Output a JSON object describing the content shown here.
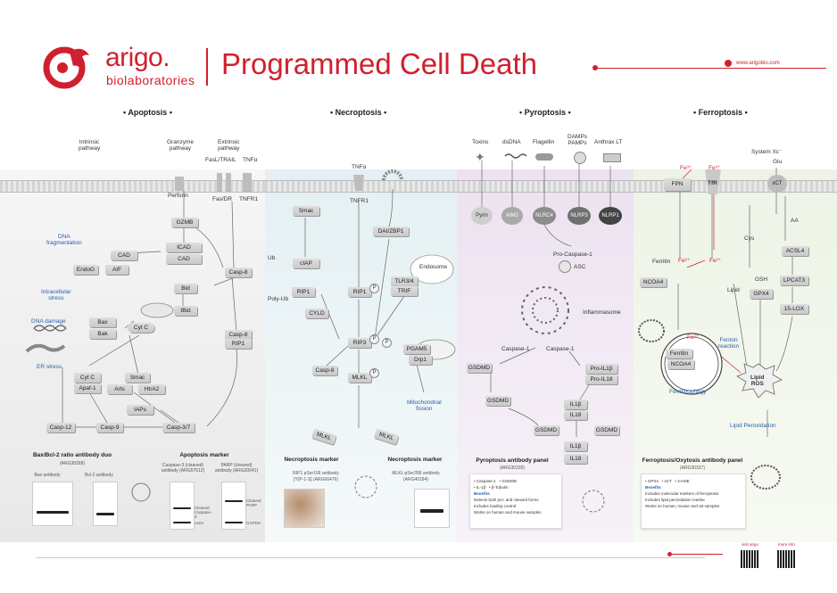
{
  "header": {
    "brand_name": "arigo.",
    "brand_sub": "biolaboratories",
    "title": "Programmed Cell Death",
    "url": "www.arigobio.com"
  },
  "sections": [
    "• Apoptosis •",
    "• Necroptosis •",
    "• Pyroptosis •",
    "• Ferroptosis •"
  ],
  "apoptosis": {
    "intrinsic": "Intrinsic\npathway",
    "granzyme": "Granzyme\npathway",
    "extrinsic": "Extrinsic\npathway",
    "fasl": "FasL/TRAIL",
    "tnfa": "TNFα",
    "perforin": "Perforin",
    "fasdr": "Fas/DR",
    "tnfr1": "TNFR1",
    "nodes": {
      "gzmb": "GZMB",
      "icad": "ICAD",
      "cad1": "CAD",
      "cad2": "CAD",
      "endog": "EndoG",
      "aif": "AIF",
      "casp8": "Casp-8",
      "bid": "Bid",
      "tbid": "tBid",
      "bax": "Bax",
      "bak": "Bak",
      "cytc": "Cyt C",
      "casp8b": "Casp-8",
      "rip1": "RIP1",
      "cytc2": "Cyt C",
      "apaf1": "Apaf-1",
      "smac": "Smac",
      "arts": "Arts",
      "htra2": "HtrA2",
      "iaps": "IAPs",
      "casp12": "Casp-12",
      "casp9": "Casp-9",
      "casp37": "Casp-3/7"
    },
    "dna_frag": "DNA\nfragmentation",
    "intracell": "Intracellular\nstress",
    "dna_damage": "DNA damage",
    "er_stress": "ER stress",
    "marker1_title": "Bax/Bcl-2 ratio antibody duo",
    "marker1_sub": "(ARG30268)",
    "bax_ab": "Bax antibody",
    "bcl2_ab": "Bcl-2 antibody",
    "marker2_title": "Apoptosis marker",
    "casp3_ab": "Caspase-3 (cleaved) antibody (ARG57512)",
    "parp_ab": "PARP (cleaved) antibody (ARG20041)",
    "cleaved_casp3": "Cleaved Caspase-3",
    "cleaved_parp": "Cleaved PARP",
    "actin": "Actin",
    "gapdh": "GAPDH"
  },
  "necroptosis": {
    "tnfa": "TNFα",
    "tnfr1": "TNFR1",
    "smac": "Smac",
    "ciap": "cIAP",
    "ub": "Ub",
    "polyub": "Poly-Ub",
    "rip1": "RIP1",
    "rip1b": "RIP1",
    "cyld": "CYLD",
    "rip3": "RIP3",
    "casp8": "Casp-8",
    "mlkl": "MLKL",
    "dai": "DAI/ZBP1",
    "endosome": "Endosome",
    "tlr": "TLR3/4",
    "trif": "TRIF",
    "pgam5": "PGAM5",
    "drp1": "Drp1",
    "mito": "Mitochondrial\nfission",
    "p": "P",
    "marker_title1": "Necroptosis marker",
    "marker_title2": "Necroptosis marker",
    "rip1_ab": "RIP1 pSer166 antibody",
    "rip1_ab_sub": "[Y(P-1-S] (ARG66476)",
    "mlkl_ab": "MLKL pSer358 antibody",
    "mlkl_ab_sub": "(ARG40184)"
  },
  "pyroptosis": {
    "toxins": "Toxins",
    "dsdna": "dsDNA",
    "flagellin": "Flagellin",
    "damps": "DAMPs\nPAMPs",
    "anthrax": "Anthrax LT",
    "pyrin": "Pyrin",
    "aim2": "AIM2",
    "nlrc4": "NLRC4",
    "nlrp3": "NLRP3",
    "nlrp1": "NLRP1",
    "procasp1": "Pro-Caspase-1",
    "asc": "ASC",
    "inflammasome": "Inflammasome",
    "casp1a": "Caspase-1",
    "casp1b": "Caspase-1",
    "gsdmd1": "GSDMD",
    "gsdmd2": "GSDMD",
    "gsdmd3": "GSDMD",
    "gsdmd4": "GSDMD",
    "proil1b": "Pro-IL1β",
    "proil18": "Pro-IL18",
    "il1b": "IL1β",
    "il18": "IL18",
    "il1b2": "IL1β",
    "il18b": "IL18",
    "panel_title": "Pyroptosis antibody panel",
    "panel_sub": "(ARG30330)",
    "items": [
      "Caspase-1",
      "GSDMD",
      "IL-1β",
      "β-Tubulin"
    ],
    "benefits": "Benefits",
    "benefit_lines": [
      "Detects both pro- and cleaved forms",
      "Includes loading control",
      "Works on human and mouse samples"
    ]
  },
  "ferroptosis": {
    "system_xc": "System Xc⁻",
    "glu": "Glu",
    "fe3a": "Fe³⁺",
    "fe3b": "Fe³⁺",
    "fpn": "FPN",
    "tfr": "TfR",
    "xct": "xCT",
    "aa": "AA",
    "cys": "Cys",
    "acsl4": "ACSL4",
    "ferritin": "Ferritin",
    "fe2a": "Fe²⁺",
    "fe2b": "Fe²⁺",
    "gsh": "GSH",
    "lpcat3": "LPCAT3",
    "ncoa4": "NCOA4",
    "lipid": "Lipid",
    "gpx4": "GPX4",
    "lox": "15-LOX",
    "fe2c": "Fe²⁺",
    "ferritin2": "Ferritin",
    "ncoa4b": "NCOA4",
    "fenton": "Fenton\nreaction",
    "ferritinophagy": "Ferritinophagy",
    "lipid_ros": "Lipid\nROS",
    "lipid_perox": "Lipid  Peroxidation",
    "panel_title": "Ferroptosis/Oxytosis antibody panel",
    "panel_sub": "(ARG30337)",
    "items": [
      "GPX4",
      "xCT",
      "4-HNE"
    ],
    "benefits": "Benefits",
    "benefit_lines": [
      "Includes molecular markers of ferroptosis",
      "Includes lipid peroxidation marker",
      "Works on human, mouse and rat samples"
    ]
  },
  "footer": {
    "visit": "visit arigo",
    "more": "more info"
  },
  "colors": {
    "brand": "#d0202e",
    "apoptosis_bg": "#ececec",
    "necroptosis_bg": "#e6f1f3",
    "pyroptosis_bg": "#efe6f2",
    "ferroptosis_bg": "#eef3e8"
  }
}
